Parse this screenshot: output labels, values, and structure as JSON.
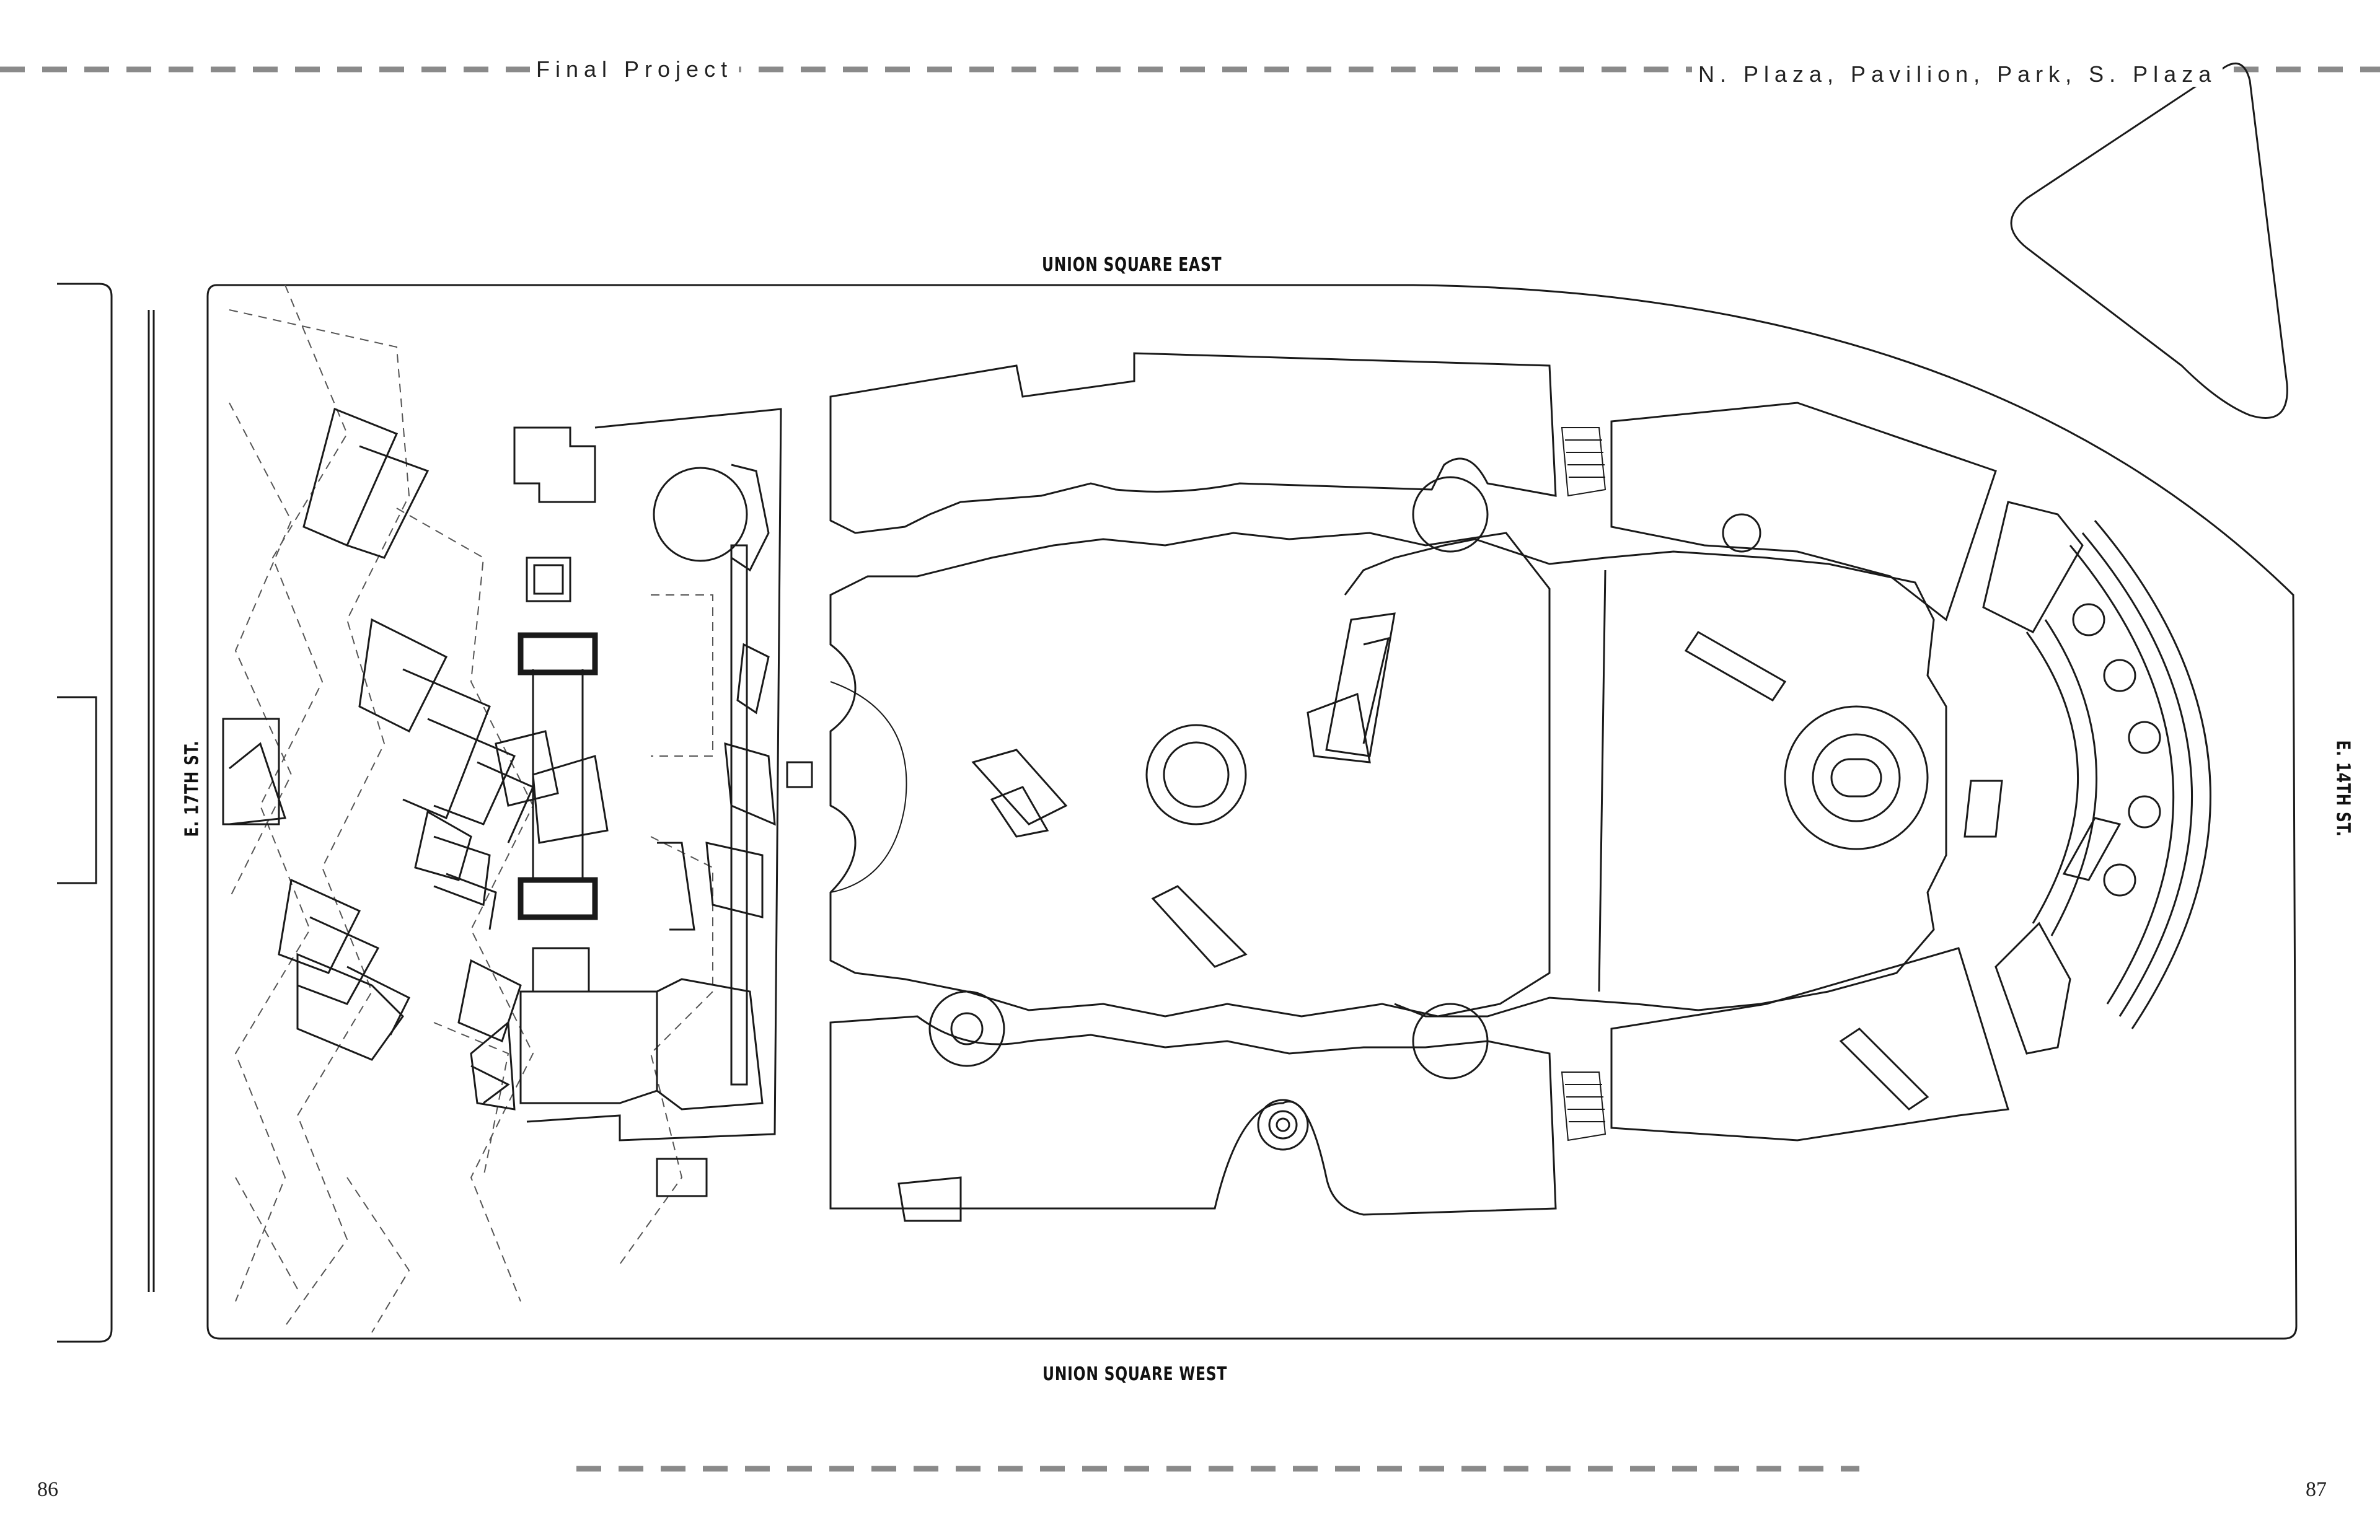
{
  "header": {
    "project_label": "Final Project",
    "subtitle": "N. Plaza, Pavilion, Park, S. Plaza"
  },
  "streets": {
    "north_east": "UNION SQUARE EAST",
    "south_west": "UNION SQUARE WEST",
    "left": "E. 17TH ST.",
    "right": "E. 14TH ST."
  },
  "pages": {
    "left": "86",
    "right": "87"
  },
  "colors": {
    "line": "#1a1a1a",
    "dash": "#8a8a8a",
    "paper": "#ffffff"
  }
}
